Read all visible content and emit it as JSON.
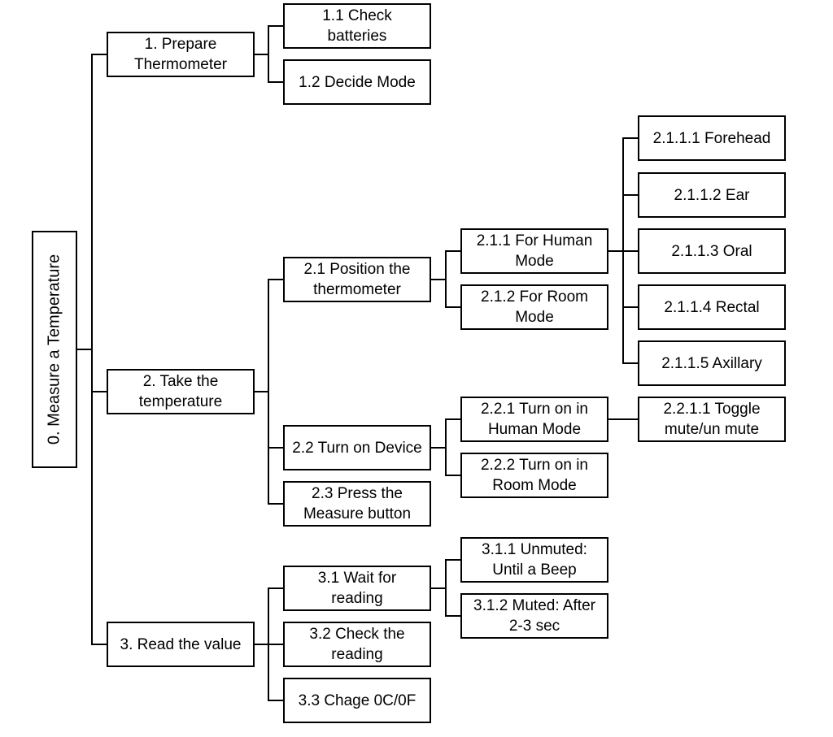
{
  "diagram": {
    "root": "0. Measure a Temperature",
    "nodes": {
      "n1": "1. Prepare\nThermometer",
      "n1_1": "1.1 Check\nbatteries",
      "n1_2": "1.2 Decide Mode",
      "n2": "2. Take the\ntemperature",
      "n2_1": "2.1 Position the\nthermometer",
      "n2_1_1": "2.1.1 For Human\nMode",
      "n2_1_1_1": "2.1.1.1 Forehead",
      "n2_1_1_2": "2.1.1.2 Ear",
      "n2_1_1_3": "2.1.1.3 Oral",
      "n2_1_1_4": "2.1.1.4 Rectal",
      "n2_1_1_5": "2.1.1.5 Axillary",
      "n2_1_2": "2.1.2 For Room\nMode",
      "n2_2": "2.2 Turn on Device",
      "n2_2_1": "2.2.1 Turn on in\nHuman Mode",
      "n2_2_1_1": "2.2.1.1 Toggle\nmute/un mute",
      "n2_2_2": "2.2.2 Turn on in\nRoom Mode",
      "n2_3": "2.3 Press the\nMeasure button",
      "n3": "3. Read the value",
      "n3_1": "3.1 Wait for\nreading",
      "n3_1_1": "3.1.1 Unmuted:\nUntil a Beep",
      "n3_1_2": "3.1.2 Muted: After\n2-3 sec",
      "n3_2": "3.2 Check the\nreading",
      "n3_3": "3.3 Chage 0C/0F"
    }
  }
}
